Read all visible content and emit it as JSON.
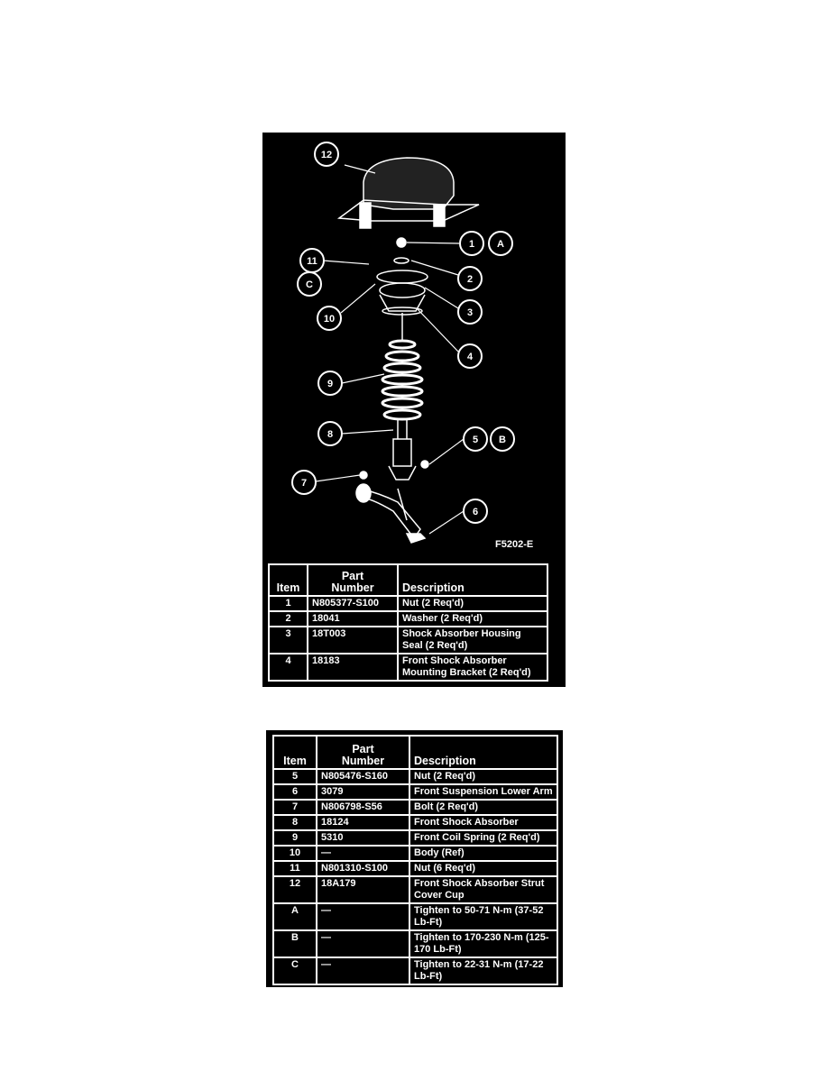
{
  "figure": {
    "code": "F5202-E",
    "callouts": [
      "12",
      "1",
      "A",
      "11",
      "2",
      "C",
      "10",
      "3",
      "4",
      "9",
      "8",
      "5",
      "B",
      "7",
      "6"
    ]
  },
  "headers": {
    "item": "Item",
    "part_line1": "Part",
    "part_line2": "Number",
    "description": "Description"
  },
  "table1": [
    {
      "item": "1",
      "part": "N805377-S100",
      "desc": "Nut (2 Req'd)"
    },
    {
      "item": "2",
      "part": "18041",
      "desc": "Washer (2 Req'd)"
    },
    {
      "item": "3",
      "part": "18T003",
      "desc": "Shock Absorber Housing Seal (2 Req'd)"
    },
    {
      "item": "4",
      "part": "18183",
      "desc": "Front Shock Absorber Mounting Bracket (2 Req'd)"
    }
  ],
  "table2": [
    {
      "item": "5",
      "part": "N805476-S160",
      "desc": "Nut (2 Req'd)"
    },
    {
      "item": "6",
      "part": "3079",
      "desc": "Front Suspension Lower Arm"
    },
    {
      "item": "7",
      "part": "N806798-S56",
      "desc": "Bolt (2 Req'd)"
    },
    {
      "item": "8",
      "part": "18124",
      "desc": "Front Shock Absorber"
    },
    {
      "item": "9",
      "part": "5310",
      "desc": "Front Coil Spring (2 Req'd)"
    },
    {
      "item": "10",
      "part": "—",
      "desc": "Body (Ref)"
    },
    {
      "item": "11",
      "part": "N801310-S100",
      "desc": "Nut (6 Req'd)"
    },
    {
      "item": "12",
      "part": "18A179",
      "desc": "Front Shock Absorber Strut Cover Cup"
    },
    {
      "item": "A",
      "part": "—",
      "desc": "Tighten to 50-71 N-m (37-52 Lb-Ft)"
    },
    {
      "item": "B",
      "part": "—",
      "desc": "Tighten to 170-230 N-m (125-170 Lb-Ft)"
    },
    {
      "item": "C",
      "part": "—",
      "desc": "Tighten to 22-31 N-m (17-22 Lb-Ft)"
    }
  ]
}
